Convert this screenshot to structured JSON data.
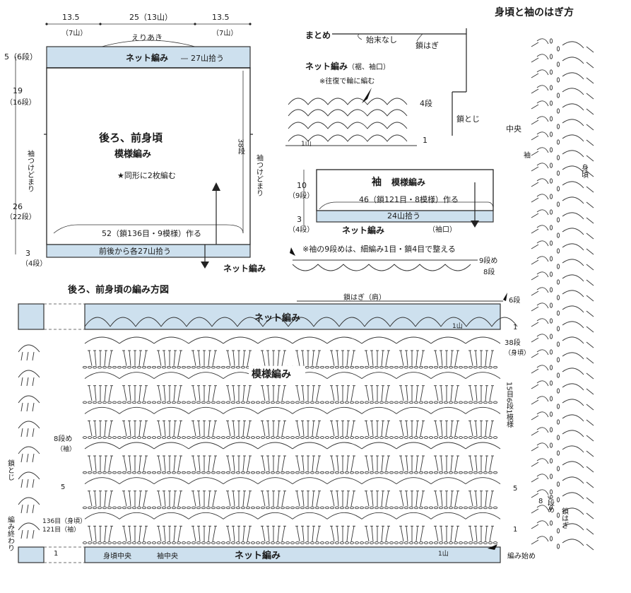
{
  "title": "身頃と袖のはぎ方",
  "body_schematic": {
    "top_widths": [
      "13.5",
      "25（13山）",
      "13.5"
    ],
    "top_counts": [
      "（7山）",
      "（7山）"
    ],
    "neck": "えりあき",
    "band_label": "ネット編み",
    "pickup_top": "27山拾う",
    "left_dims": [
      {
        "v": "5",
        "s": "（6段）"
      },
      {
        "v": "19",
        "s": "（16段）"
      },
      {
        "v": "26",
        "s": "（22段）"
      },
      {
        "v": "3",
        "s": "（4段）"
      }
    ],
    "sleeve_attach_left": "袖つけどまり",
    "sleeve_attach_right": "袖つけどまり",
    "right_rows": "38段",
    "name": "後ろ、前身頃",
    "pattern": "模様編み",
    "note": "★同形に2枚編む",
    "chain": "52（鎖136目・9模様）作る",
    "pickup_bottom": "前後から各27山拾う",
    "bottom_net": "ネット編み"
  },
  "finishing": {
    "matome": "まとめ",
    "no_finish": "始末なし",
    "chain_join": "鎖はぎ",
    "chain_close": "鎖とじ",
    "net_label": "ネット編み",
    "net_sub": "（裾、袖口）",
    "net_note": "※往復で輪に編む",
    "row4": "4段",
    "row1": "1",
    "mountain": "1山"
  },
  "sleeve_schematic": {
    "title": "袖",
    "pattern": "模様編み",
    "dims": [
      {
        "v": "10",
        "s": "（9段）"
      },
      {
        "v": "3",
        "s": "（4段）"
      }
    ],
    "chain": "46（鎖121目・8模様）作る",
    "pickup": "24山拾う",
    "cuff": "（袖口）",
    "band": "ネット編み"
  },
  "sleeve_note": {
    "note": "※袖の9段めは、細編み1目・鎖4目で整える",
    "row9": "9段め",
    "row8": "8段"
  },
  "chart": {
    "title": "後ろ、前身頃の編み方図",
    "top_join": "鎖はぎ（肩）",
    "net_top": "ネット編み",
    "pattern": "模様編み",
    "net_bottom": "ネット編み",
    "row6": "6段",
    "row1_top": "1",
    "row38": "38段",
    "body_sub": "（身頃）",
    "repeat": "15目6段1模様",
    "row5": "5",
    "row1": "1",
    "left_row8": "8段め",
    "left_row8_sub": "（袖）",
    "left_5": "5",
    "left_1": "1",
    "left_close": "鎖とじ",
    "left_end": "編み終わり",
    "count_body": "136目（身頃）",
    "count_sleeve": "121目（袖）",
    "body_center": "身頃中央",
    "sleeve_center": "袖中央",
    "mountain": "1山",
    "start": "編み始め"
  },
  "join_column": {
    "center": "中央",
    "sleeve": "袖",
    "body": "身頃",
    "row8": "8",
    "row9": "9段め",
    "chain_join": "鎖はぎ"
  }
}
